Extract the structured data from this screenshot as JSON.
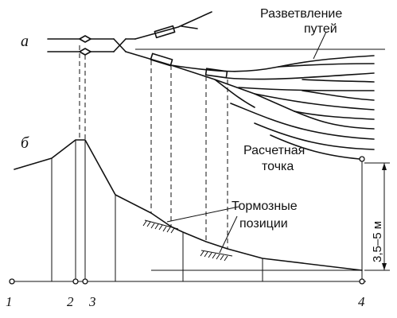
{
  "labels": {
    "panel_a": "а",
    "panel_b": "б",
    "branching_line1": "Разветвление",
    "branching_line2": "путей",
    "calc_point_line1": "Расчетная",
    "calc_point_line2": "точка",
    "brake_line1": "Тормозные",
    "brake_line2": "позиции",
    "height": "3,5–5 м",
    "points": [
      "1",
      "2",
      "3",
      "4"
    ]
  }
}
